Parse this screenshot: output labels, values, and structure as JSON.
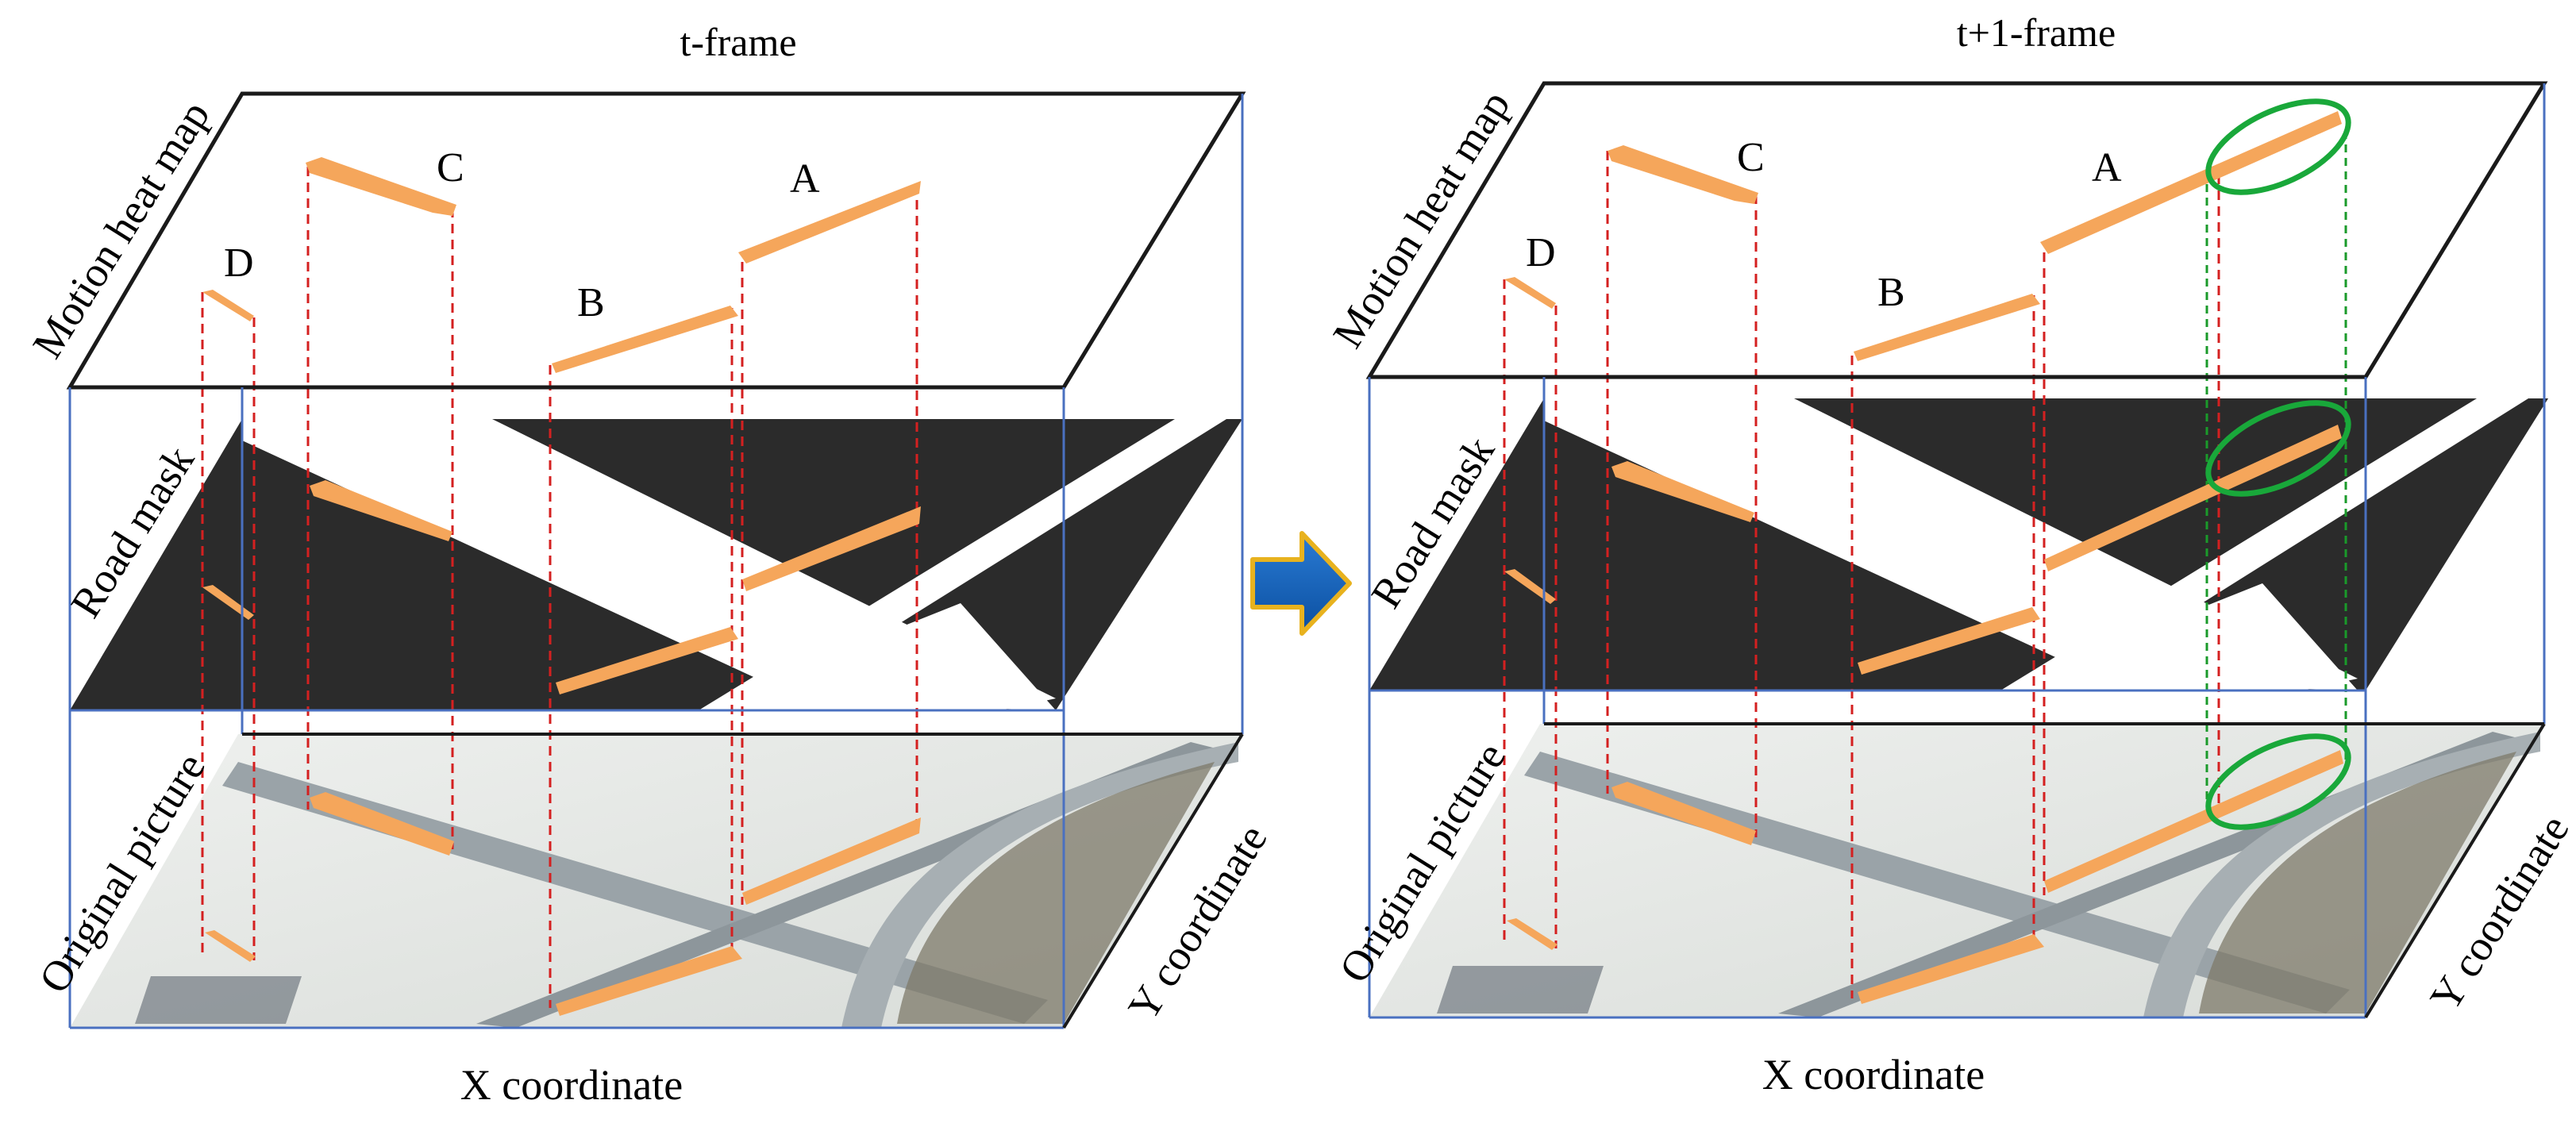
{
  "panels": [
    {
      "title": "t-frame",
      "layer_labels": [
        "Motion heat map",
        "Road mask",
        "Original picture"
      ],
      "vehicle_labels": [
        "A",
        "B",
        "C",
        "D"
      ],
      "x_axis_label": "X coordinate",
      "y_axis_label": "Y coordinate"
    },
    {
      "title": "t+1-frame",
      "layer_labels": [
        "Motion heat map",
        "Road mask",
        "Original picture"
      ],
      "vehicle_labels": [
        "A",
        "B",
        "C",
        "D"
      ],
      "x_axis_label": "X coordinate",
      "y_axis_label": "Y coordinate"
    }
  ],
  "arrow_icon": "right-arrow-icon",
  "colors": {
    "vehicle": "#f5a65b",
    "projection_line": "#d42020",
    "highlight": "#19a83a",
    "frame": "#4a70c0"
  }
}
